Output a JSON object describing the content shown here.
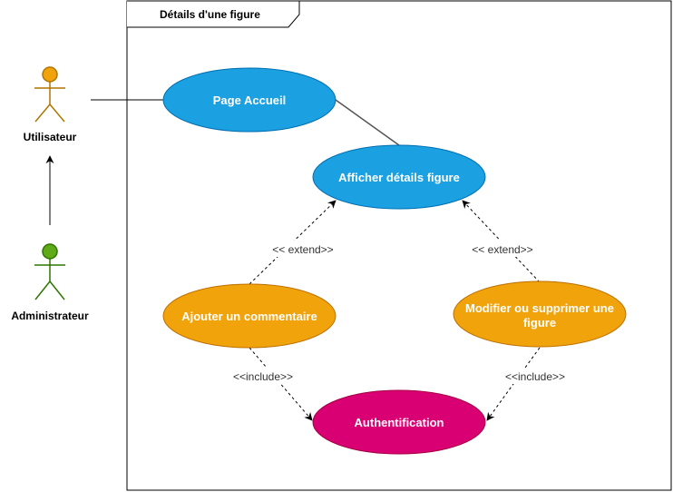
{
  "frame": {
    "title": "Détails d'une figure"
  },
  "actors": [
    {
      "id": "utilisateur",
      "label": "Utilisateur",
      "color": "#f0a30a",
      "stroke": "#b07400"
    },
    {
      "id": "administrateur",
      "label": "Administrateur",
      "color": "#60a917",
      "stroke": "#2d7600"
    }
  ],
  "use_cases": [
    {
      "id": "page-accueil",
      "label": "Page Accueil",
      "color": "#1ba1e2",
      "stroke": "#006eaf"
    },
    {
      "id": "afficher-details",
      "label": "Afficher détails figure",
      "color": "#1ba1e2",
      "stroke": "#006eaf"
    },
    {
      "id": "ajouter-commentaire",
      "label": "Ajouter un commentaire",
      "color": "#f0a30a",
      "stroke": "#bd7000"
    },
    {
      "id": "modifier-supprimer",
      "label_lines": [
        "Modifier ou supprimer une",
        "figure"
      ],
      "color": "#f0a30a",
      "stroke": "#bd7000"
    },
    {
      "id": "authentification",
      "label": "Authentification",
      "color": "#d80073",
      "stroke": "#a50040"
    }
  ],
  "relations": {
    "extend_left": "<< extend>>",
    "extend_right": "<< extend>>",
    "include_left": "<<include>>",
    "include_right": "<<include>>"
  }
}
